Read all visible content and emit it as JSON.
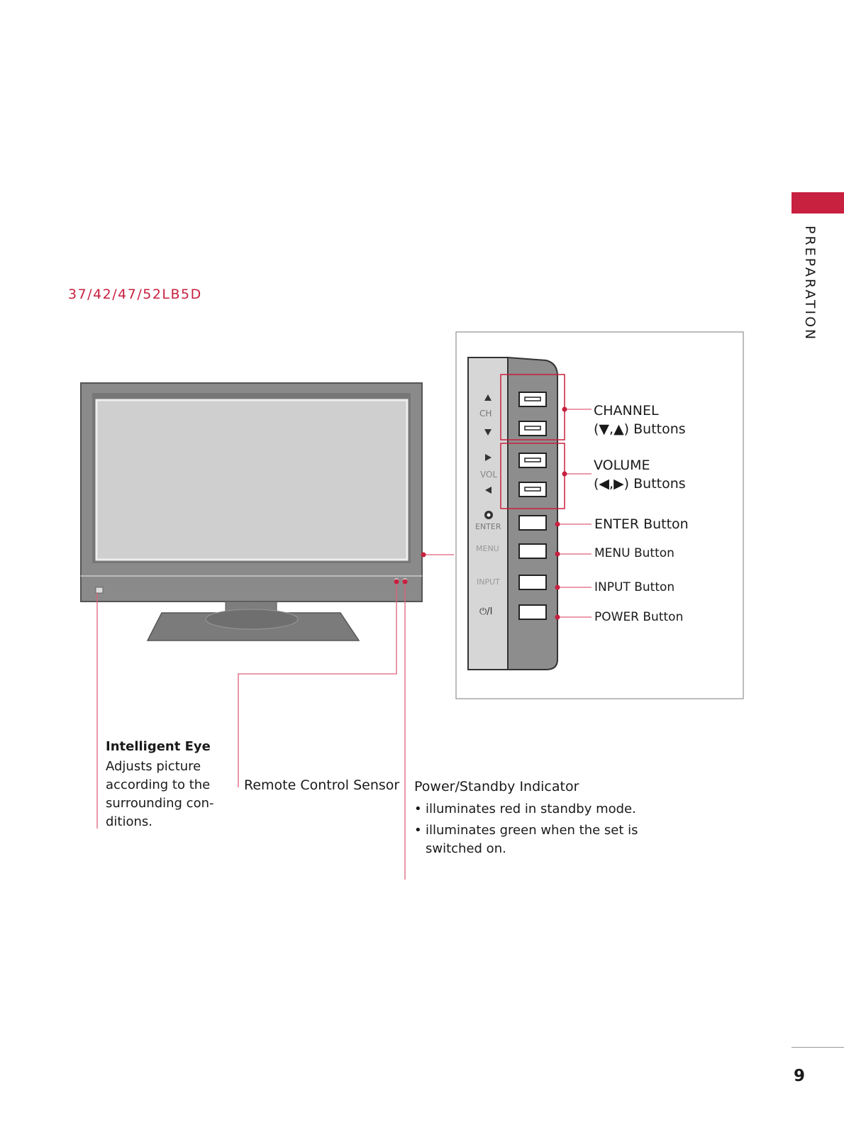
{
  "page": {
    "model": "37/42/47/52LB5D",
    "section_tab": "PREPARATION",
    "page_number": "9"
  },
  "panel": {
    "ch_label": "CH",
    "vol_label": "VOL",
    "enter_label": "ENTER",
    "menu_label": "MENU",
    "input_label": "INPUT",
    "power_symbol": "⏻/I"
  },
  "callouts": {
    "channel_line1": "CHANNEL",
    "channel_line2": "(▼,▲) Buttons",
    "volume_line1": "VOLUME",
    "volume_line2": "(◀,▶) Buttons",
    "enter": "ENTER Button",
    "menu": "MENU Button",
    "input": "INPUT Button",
    "power": "POWER Button"
  },
  "front_labels": {
    "intelligent_eye_title": "Intelligent Eye",
    "intelligent_eye_body": "Adjusts picture according to the surrounding con-ditions.",
    "remote_sensor": "Remote Control Sensor",
    "power_indicator_title": "Power/Standby Indicator",
    "power_indicator_items": [
      "illuminates red in standby mode.",
      "illuminates green when the set is switched on."
    ]
  },
  "colors": {
    "accent": "#c8203f",
    "leader": "#e0607a",
    "body_grey": "#8a8a8a",
    "screen_grey": "#cfcfcf"
  }
}
